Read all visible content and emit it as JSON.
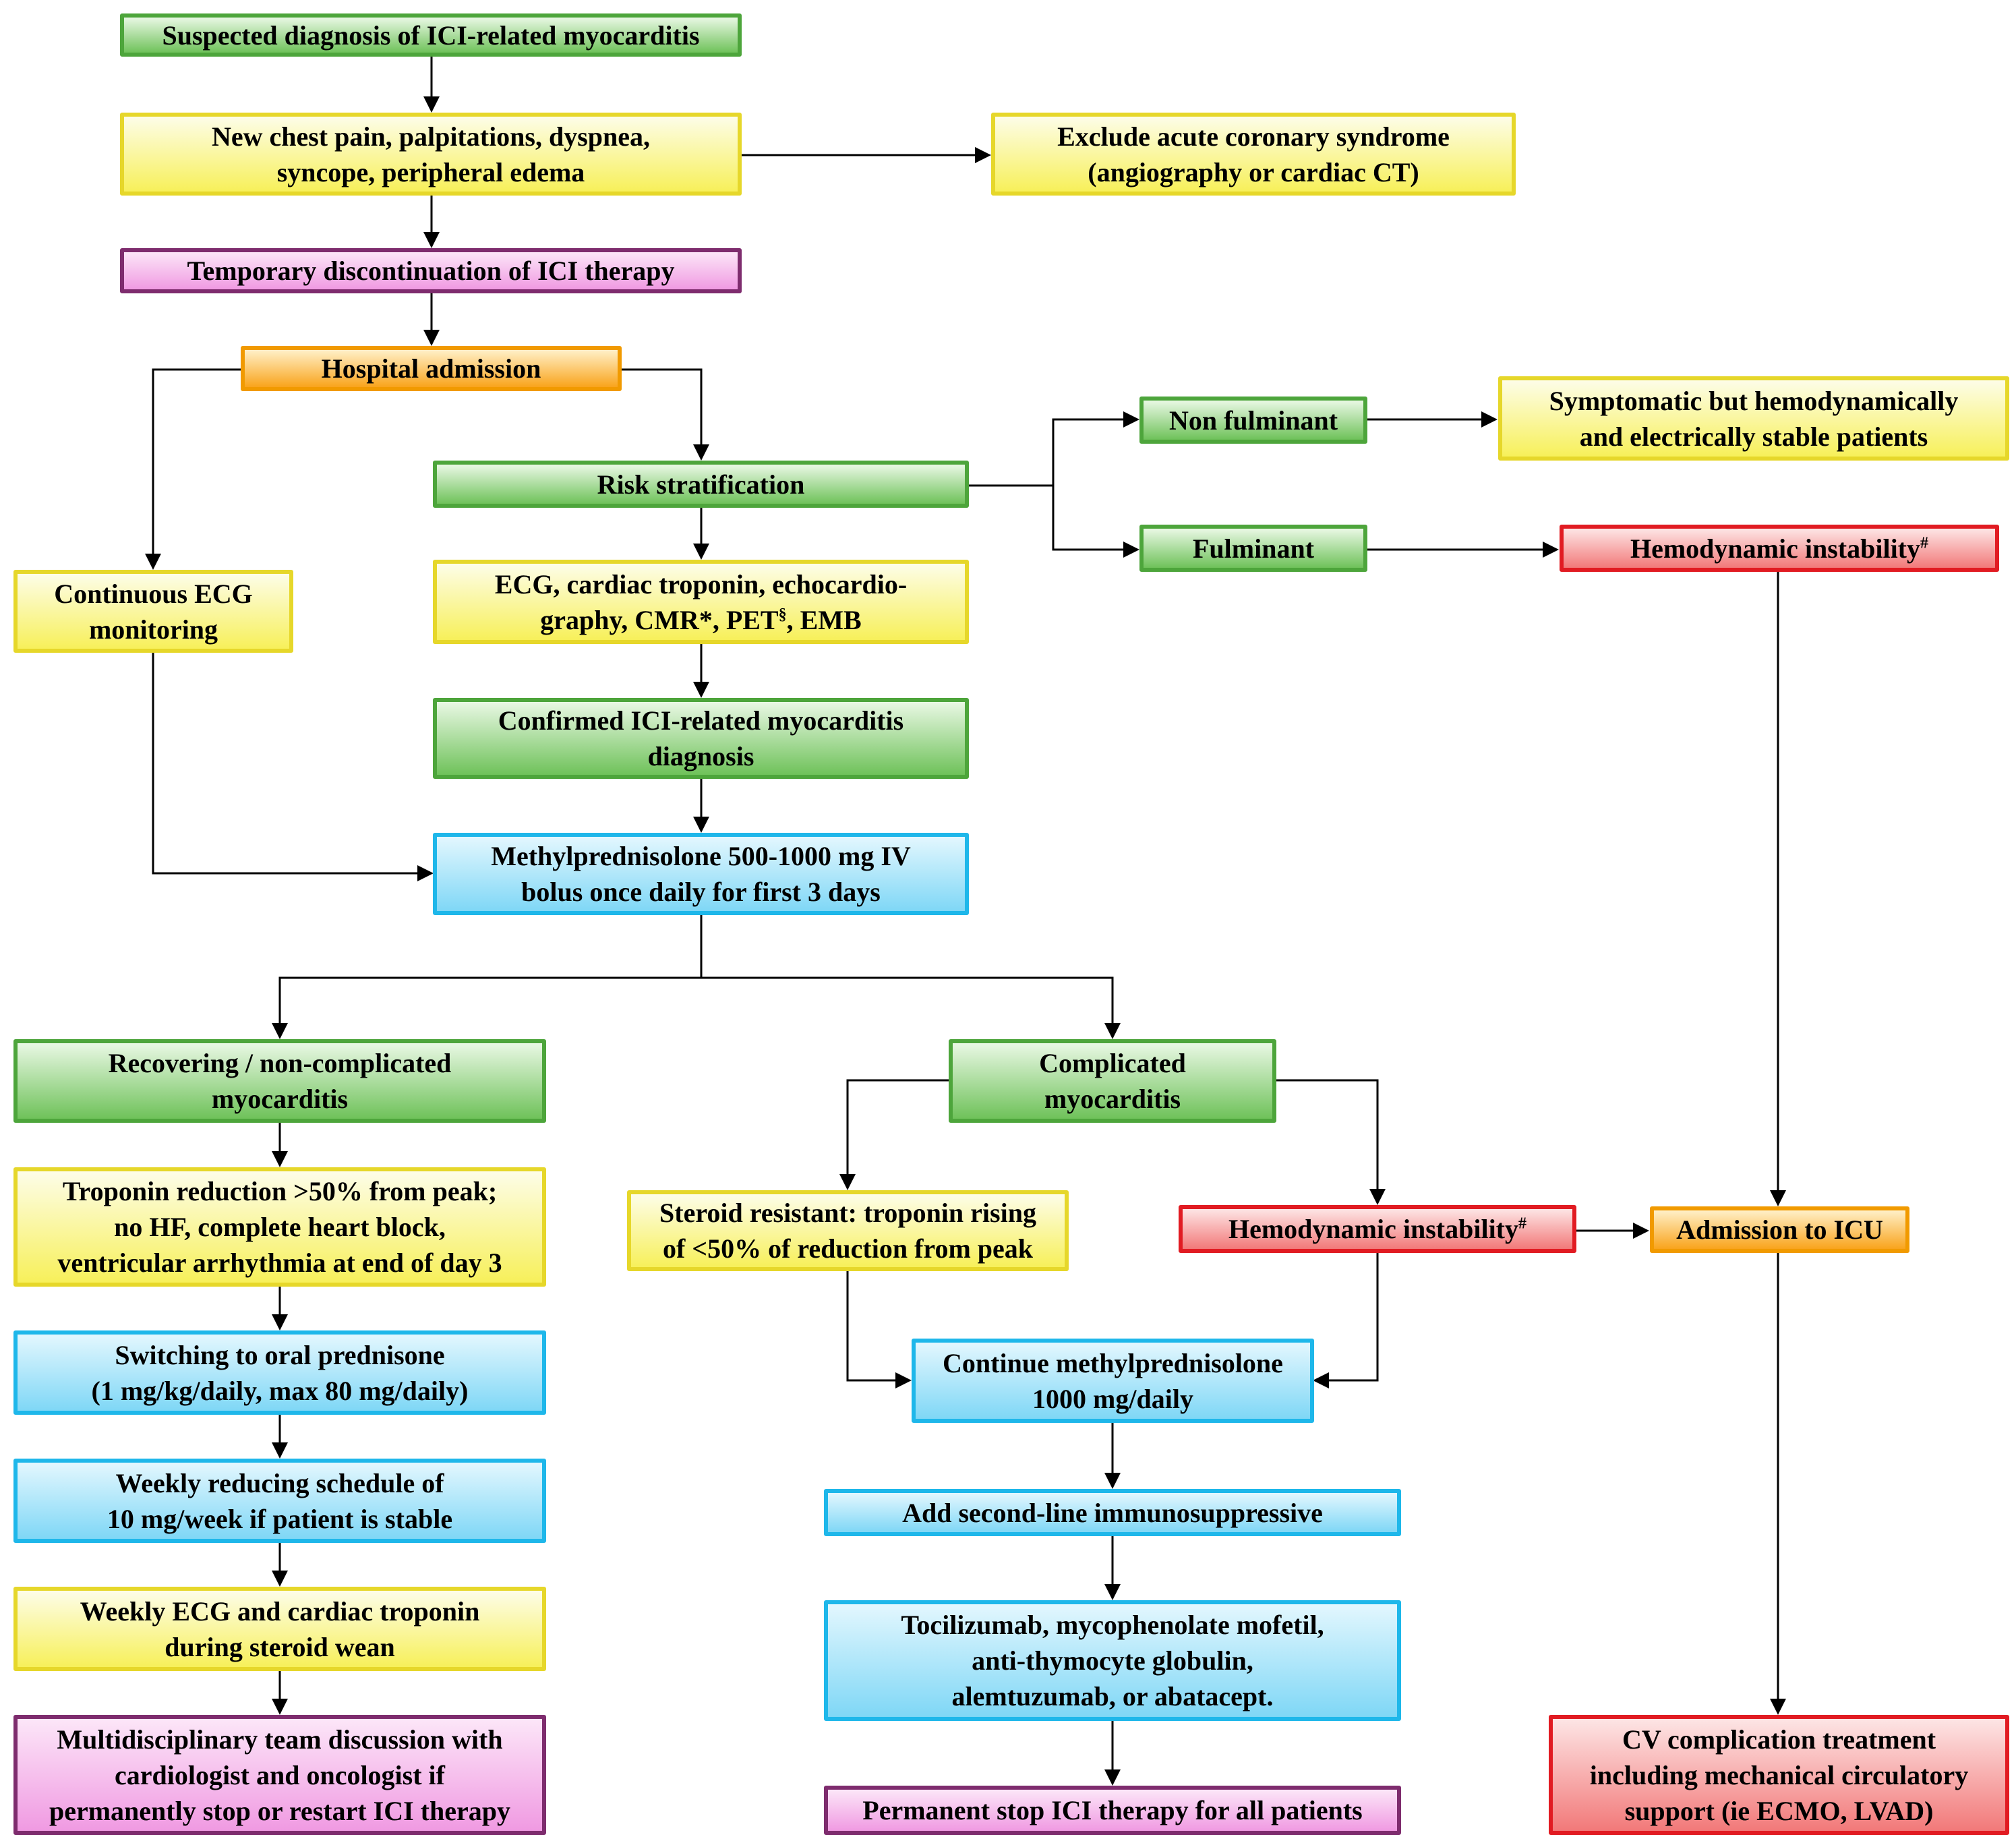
{
  "flowchart": {
    "n_suspected": "Suspected diagnosis of ICI-related myocarditis",
    "n_symptoms": "New chest pain, palpitations, dyspnea,\nsyncope, peripheral edema",
    "n_exclude_acs": "Exclude acute coronary syndrome\n(angiography or cardiac CT)",
    "n_temp_discontinue": "Temporary discontinuation of ICI therapy",
    "n_hospital": "Hospital admission",
    "n_risk": "Risk stratification",
    "n_nonfulminant": "Non fulminant",
    "n_symptomatic_stable": "Symptomatic but hemodynamically\nand electrically stable patients",
    "n_fulminant": "Fulminant",
    "n_hemo_right": "Hemodynamic instability",
    "n_hemo_mark": "#",
    "n_continuous_ecg": "Continuous ECG\nmonitoring",
    "n_tests_1": "ECG, cardiac troponin, echocardio-\ngraphy, CMR*, PET",
    "n_tests_mark": "§",
    "n_tests_2": ", EMB",
    "n_confirmed": "Confirmed ICI-related myocarditis\ndiagnosis",
    "n_methylpred_bolus": "Methylprednisolone 500-1000 mg IV\nbolus once daily for first 3 days",
    "n_recovering": "Recovering / non-complicated\nmyocarditis",
    "n_complicated": "Complicated\nmyocarditis",
    "n_troponin_reduction": "Troponin reduction >50% from peak;\nno HF, complete heart block,\nventricular arrhythmia at end of day 3",
    "n_steroid_resistant": "Steroid resistant: troponin rising\nof <50% of reduction from peak",
    "n_hemo_mid": "Hemodynamic instability",
    "n_icu": "Admission to ICU",
    "n_oral_pred": "Switching to oral prednisone\n(1 mg/kg/daily, max 80 mg/daily)",
    "n_continue_methyl": "Continue methylprednisolone\n1000 mg/daily",
    "n_weekly_reducing": "Weekly reducing schedule of\n10 mg/week if patient is stable",
    "n_second_line": "Add second-line immunosuppressive",
    "n_weekly_ecg": "Weekly ECG and cardiac troponin\nduring steroid wean",
    "n_agents": "Tocilizumab, mycophenolate mofetil,\nanti-thymocyte globulin,\nalemtuzumab, or abatacept.",
    "n_mdt": "Multidisciplinary team discussion with\ncardiologist and oncologist if\npermanently stop or restart ICI therapy",
    "n_permanent_stop": "Permanent stop ICI therapy for all patients",
    "n_cv_complication": "CV complication treatment\nincluding mechanical circulatory\nsupport (ie ECMO, LVAD)"
  },
  "colors": {
    "green_border": "#4da53b",
    "yellow_border": "#e6d72a",
    "pink_border": "#7e2c6e",
    "orange_border": "#f19a00",
    "cyan_border": "#1eb7ea",
    "red_border": "#e11b22",
    "connector": "#000000"
  }
}
